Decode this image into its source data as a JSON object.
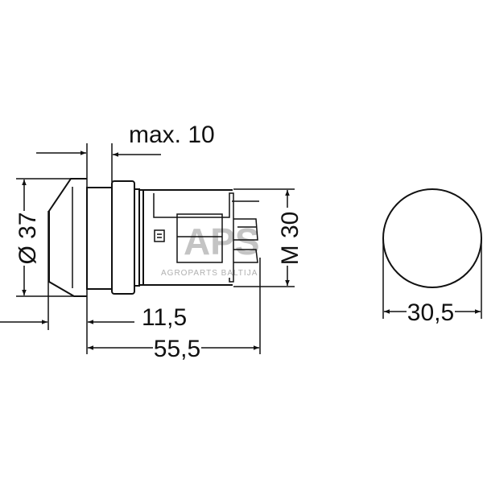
{
  "dimensions": {
    "max_thickness": "max. 10",
    "diameter": "Ø 37",
    "thread": "M 30",
    "offset": "11,5",
    "length": "55,5",
    "hole_diameter": "30,5"
  },
  "watermark": {
    "logo": "APS",
    "text": "AGROPARTS BALTIJA"
  }
}
